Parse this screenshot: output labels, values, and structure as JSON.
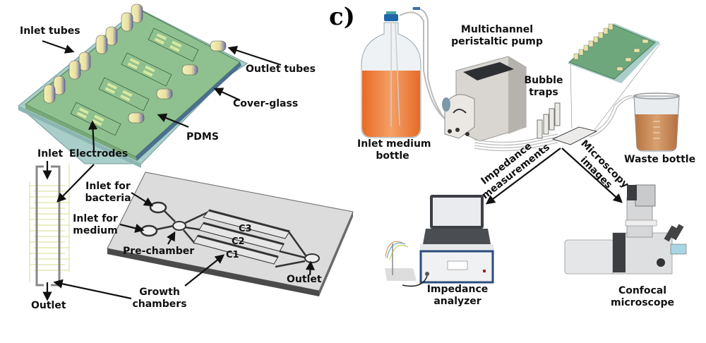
{
  "figure": {
    "panel_label": "c)",
    "colors": {
      "pdms_green": "#8fc08f",
      "cover_glass": "#a9cdc9",
      "tube_yellow": "#e8e4a6",
      "electrode_yellow": "#e3e6a8",
      "chip_gray": "#dcdcdc",
      "medium_orange": "#ef7f3c",
      "waste_brown": "#c98a55",
      "arrow": "#111111"
    }
  },
  "chip_3d": {
    "labels": {
      "inlet_tubes": "Inlet tubes",
      "outlet_tubes": "Outlet tubes",
      "cover_glass": "Cover-glass",
      "pdms": "PDMS",
      "electrodes": "Electrodes"
    }
  },
  "channel_schematic": {
    "labels": {
      "inlet": "Inlet",
      "outlet": "Outlet"
    }
  },
  "chamber_design": {
    "labels": {
      "inlet_bacteria": [
        "Inlet for",
        "bacteria"
      ],
      "inlet_medium": [
        "Inlet for",
        "medium"
      ],
      "pre_chamber": "Pre-chamber",
      "growth_chambers": [
        "Growth",
        "chambers"
      ],
      "outlet": "Outlet",
      "c1": "C1",
      "c2": "C2",
      "c3": "C3"
    }
  },
  "setup": {
    "labels": {
      "pump": [
        "Multichannel",
        "peristaltic pump"
      ],
      "bubble_traps": [
        "Bubble",
        "traps"
      ],
      "inlet_bottle": [
        "Inlet medium",
        "bottle"
      ],
      "waste_bottle": "Waste bottle",
      "impedance_measurements": [
        "Impedance",
        "measurements"
      ],
      "microscopy_images": [
        "Microscopy",
        "images"
      ],
      "impedance_analyzer": [
        "Impedance",
        "analyzer"
      ],
      "confocal_microscope": [
        "Confocal",
        "microscope"
      ]
    }
  }
}
